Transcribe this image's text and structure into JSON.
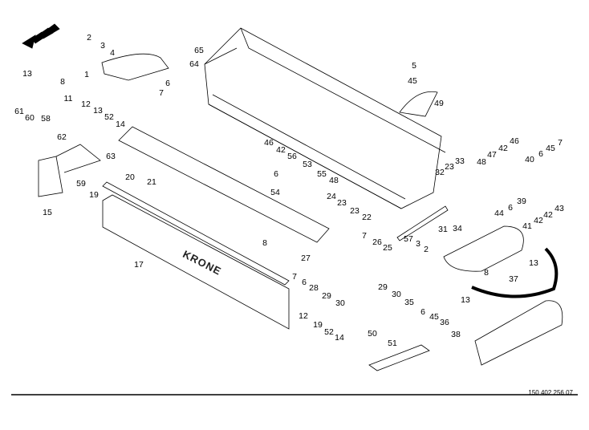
{
  "drawing": {
    "drawing_number": "150 402 256 07",
    "brand_logo": "KRONE",
    "callouts": [
      "2",
      "3",
      "4",
      "1",
      "65",
      "64",
      "6",
      "7",
      "13",
      "8",
      "11",
      "12",
      "13",
      "52",
      "14",
      "61",
      "60",
      "58",
      "62",
      "63",
      "59",
      "19",
      "20",
      "21",
      "15",
      "17",
      "5",
      "45",
      "49",
      "46",
      "42",
      "56",
      "53",
      "6",
      "55",
      "48",
      "54",
      "24",
      "23",
      "23",
      "22",
      "8",
      "7",
      "26",
      "25",
      "27",
      "7",
      "6",
      "28",
      "29",
      "30",
      "29",
      "30",
      "35",
      "6",
      "45",
      "36",
      "12",
      "19",
      "52",
      "14",
      "32",
      "23",
      "33",
      "57",
      "3",
      "2",
      "31",
      "34",
      "13",
      "8",
      "13",
      "37",
      "38",
      "48",
      "47",
      "42",
      "46",
      "40",
      "6",
      "45",
      "7",
      "39",
      "44",
      "6",
      "41",
      "42",
      "42",
      "43",
      "50",
      "51"
    ]
  }
}
